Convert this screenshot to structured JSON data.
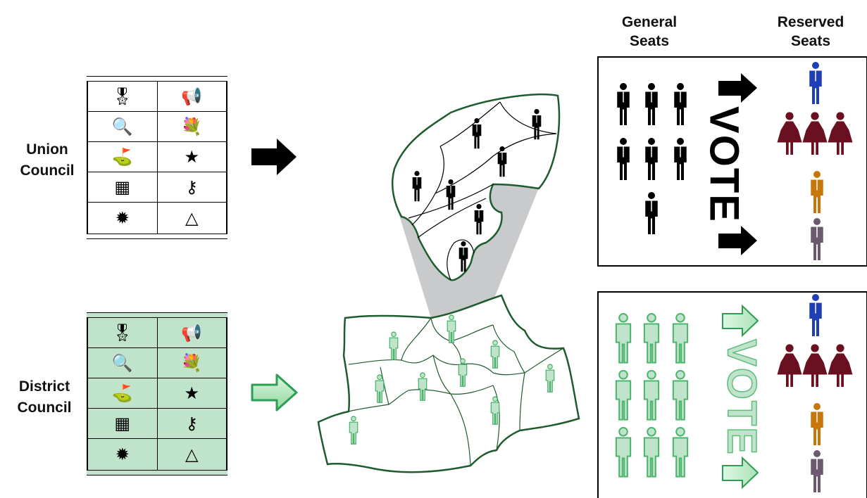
{
  "labels": {
    "union_council": [
      "Union",
      "Council"
    ],
    "district_council": [
      "District",
      "Council"
    ],
    "general_seats": [
      "General",
      "Seats"
    ],
    "reserved_seats": [
      "Reserved",
      "Seats"
    ],
    "vote": "VOTE"
  },
  "ballot_symbols": [
    [
      "medal-icon",
      "megaphone-icon"
    ],
    [
      "magnifier-icon",
      "flowers-icon"
    ],
    [
      "golf-flag-icon",
      "star-icon"
    ],
    [
      "calculator-icon",
      "key-icon"
    ],
    [
      "sun-icon",
      "triangle-icon"
    ]
  ],
  "ballot_glyphs": [
    [
      "🎖",
      "📢"
    ],
    [
      "🔍",
      "💐"
    ],
    [
      "⛳",
      "★"
    ],
    [
      "▦",
      "⚷"
    ],
    [
      "✹",
      "△"
    ]
  ],
  "colors": {
    "black": "#000000",
    "green_fill": "#bfe3cb",
    "green_stroke": "#2e9e54",
    "map_border": "#1e5c2e",
    "reserved_blue": "#1f3fb8",
    "reserved_maroon": "#6b1020",
    "reserved_orange": "#c8760a",
    "reserved_grey": "#6b5a6e"
  }
}
